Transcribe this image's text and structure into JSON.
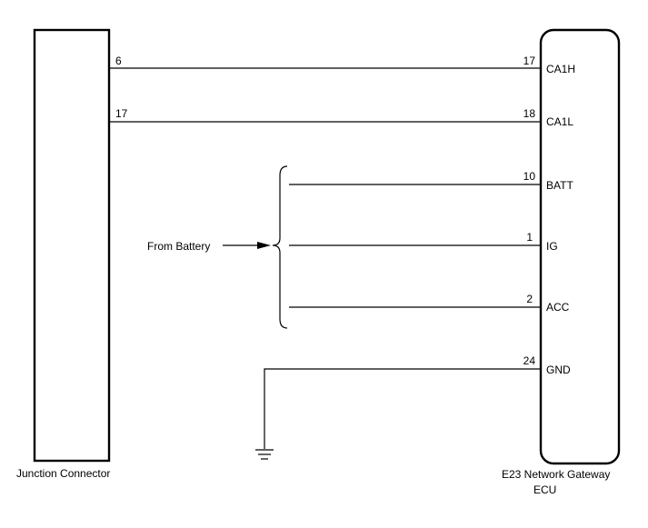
{
  "left_component": {
    "label": "Junction Connector"
  },
  "right_component": {
    "label_line1": "E23  Network Gateway",
    "label_line2": "ECU"
  },
  "connections": [
    {
      "left_pin": "6",
      "right_pin": "17",
      "signal": "CA1H"
    },
    {
      "left_pin": "17",
      "right_pin": "18",
      "signal": "CA1L"
    }
  ],
  "battery_inputs": {
    "source_label": "From Battery",
    "lines": [
      {
        "right_pin": "10",
        "signal": "BATT"
      },
      {
        "right_pin": "1",
        "signal": "IG"
      },
      {
        "right_pin": "2",
        "signal": "ACC"
      }
    ]
  },
  "ground": {
    "right_pin": "24",
    "signal": "GND"
  }
}
